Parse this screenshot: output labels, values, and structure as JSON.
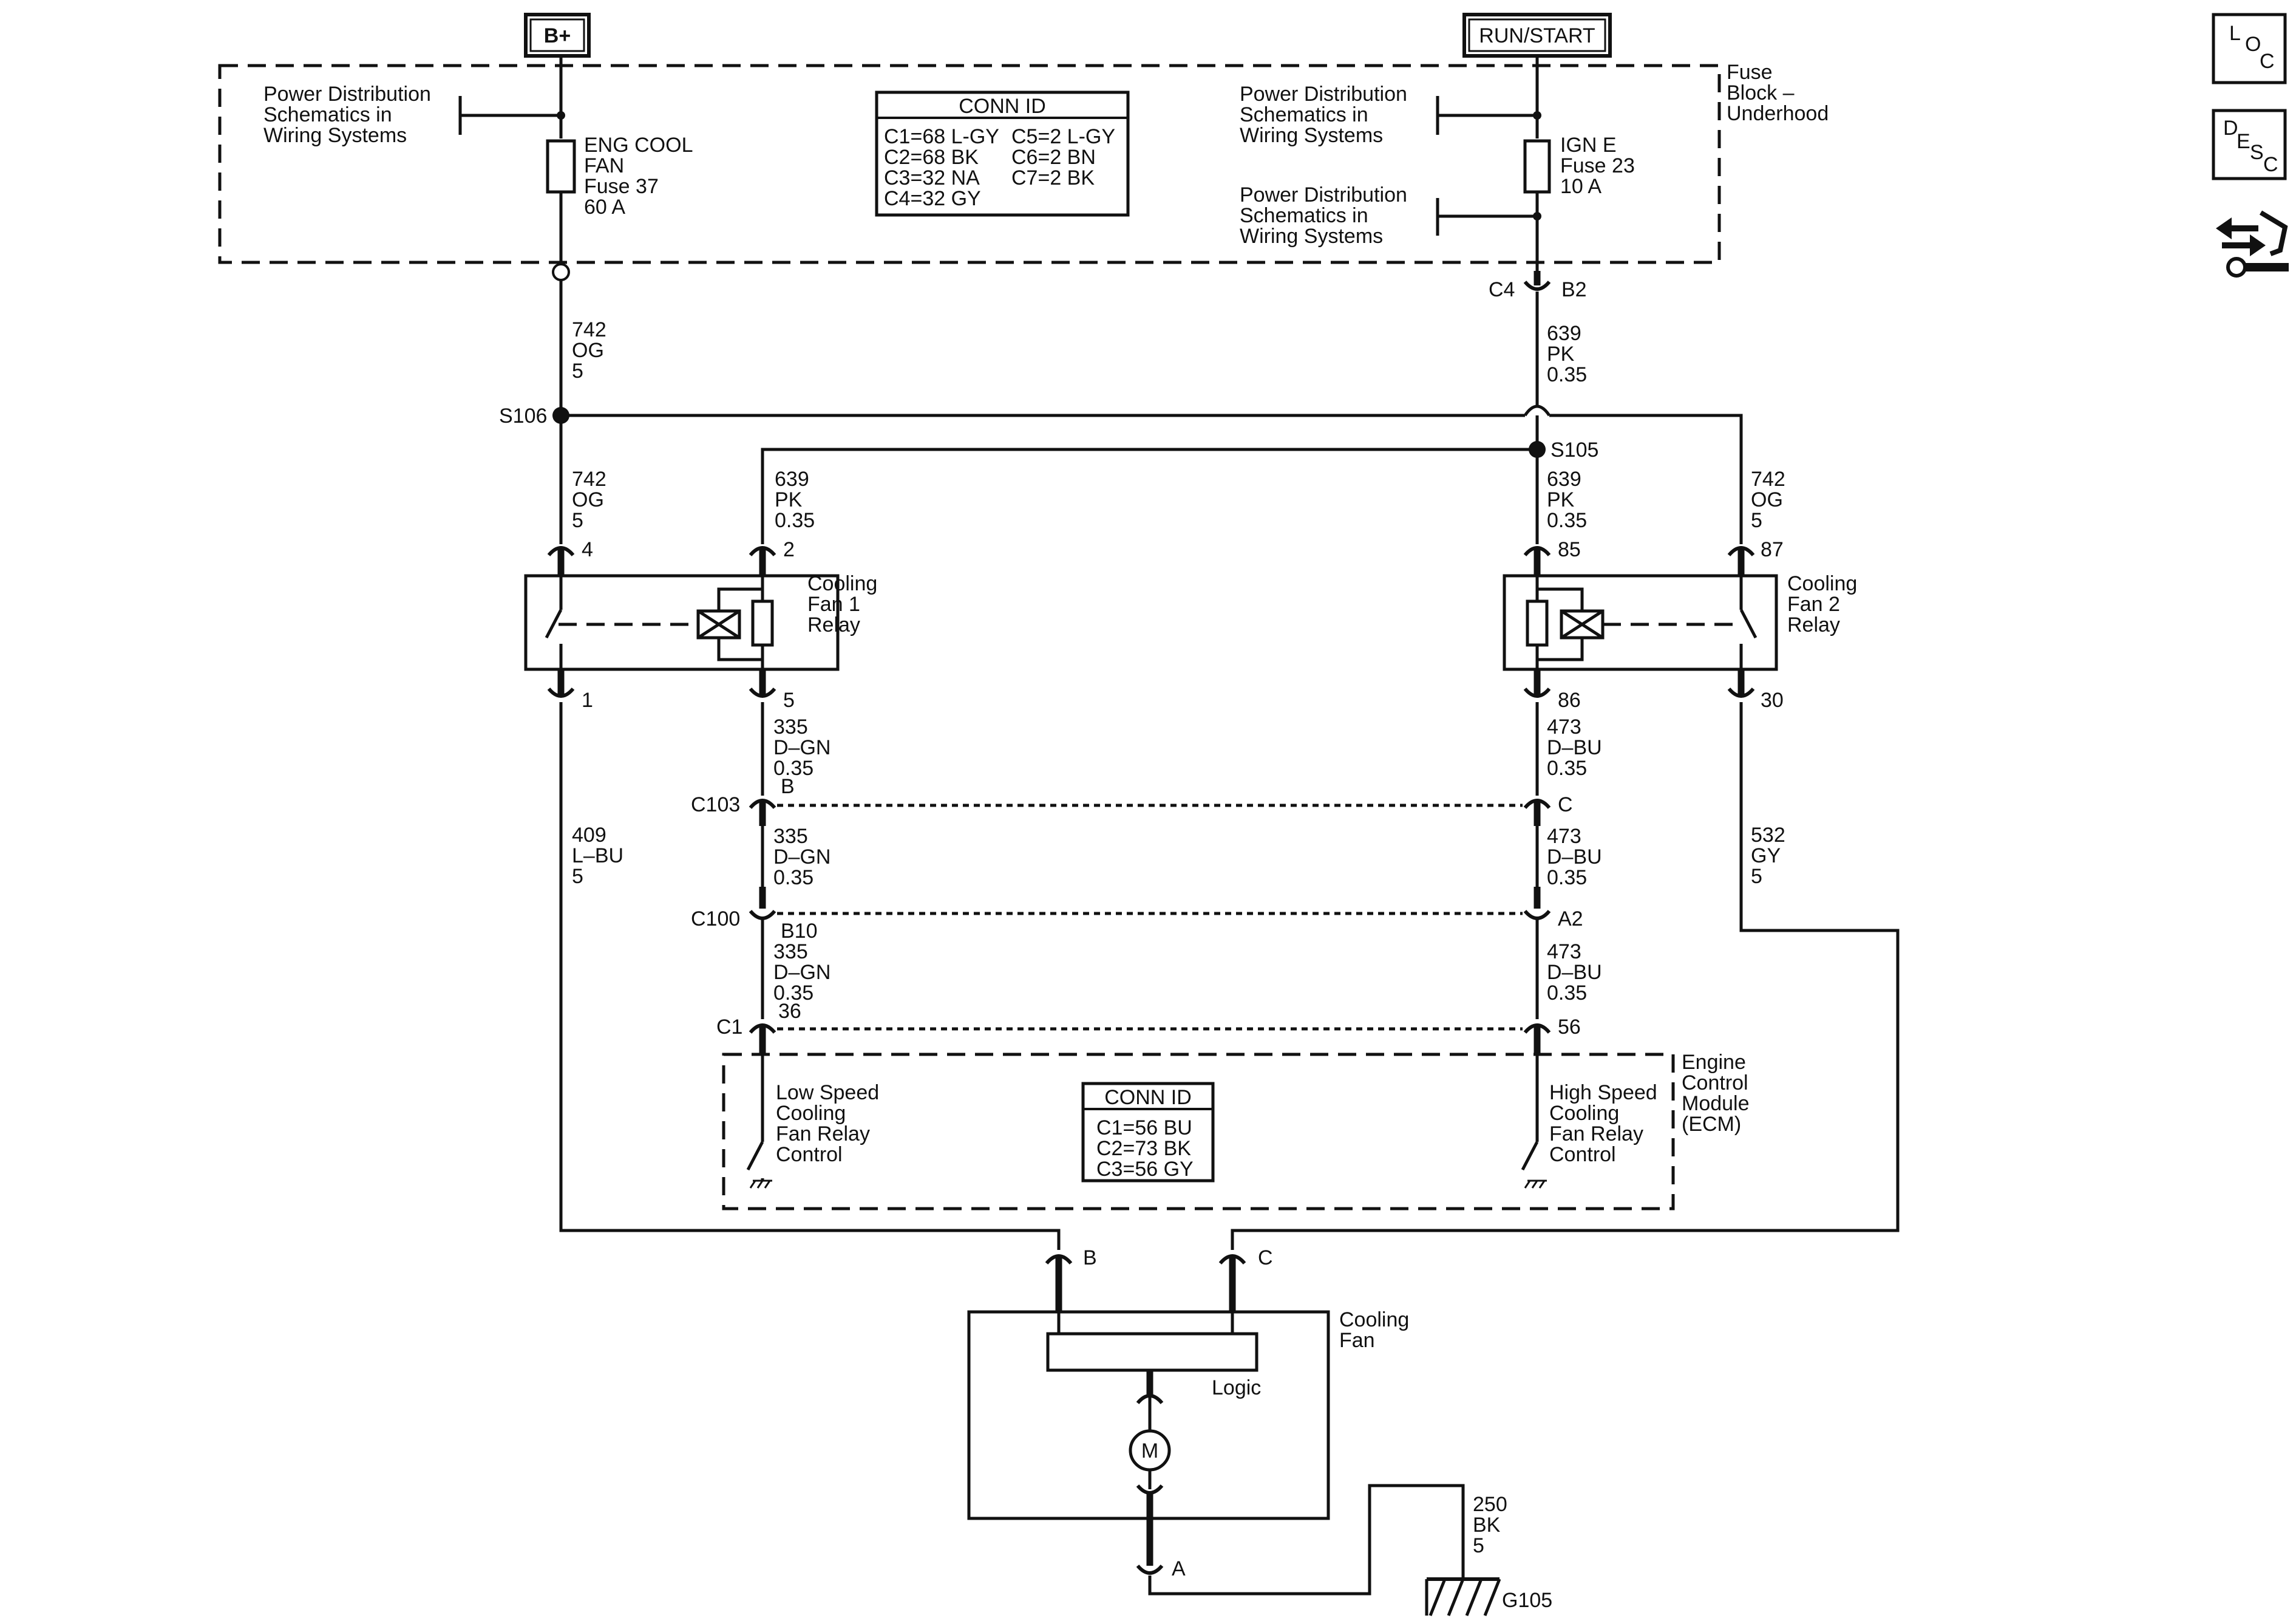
{
  "power": {
    "bplus": "B+",
    "runstart": "RUN/START"
  },
  "fuse_block": {
    "label": [
      "Fuse",
      "Block –",
      "Underhood"
    ],
    "pd_left": [
      "Power Distribution",
      "Schematics in",
      "Wiring  Systems"
    ],
    "pd_right_top": [
      "Power Distribution",
      "Schematics in",
      "Wiring  Systems"
    ],
    "pd_right_bottom": [
      "Power Distribution",
      "Schematics in",
      "Wiring  Systems"
    ],
    "fuse_left": [
      "ENG COOL",
      "FAN",
      "Fuse 37",
      "60 A"
    ],
    "fuse_right": [
      "IGN E",
      "Fuse 23",
      "10 A"
    ],
    "conn_id": {
      "title": "CONN ID",
      "col1": [
        "C1=68 L-GY",
        "C2=68 BK",
        "C3=32 NA",
        "C4=32 GY"
      ],
      "col2": [
        "C5=2 L-GY",
        "C6=2 BN",
        "C7=2 BK"
      ]
    },
    "c4_connector": "C4",
    "c4_pin": "B2"
  },
  "wires": {
    "w742_top": [
      "742",
      "OG",
      "5"
    ],
    "w639_top": [
      "639",
      "PK",
      "0.35"
    ],
    "w742_left": [
      "742",
      "OG",
      "5"
    ],
    "w639_left": [
      "639",
      "PK",
      "0.35"
    ],
    "w639_right": [
      "639",
      "PK",
      "0.35"
    ],
    "w742_right": [
      "742",
      "OG",
      "5"
    ],
    "w409": [
      "409",
      "L–BU",
      "5"
    ],
    "w335_a": [
      "335",
      "D–GN",
      "0.35"
    ],
    "w335_b": [
      "335",
      "D–GN",
      "0.35"
    ],
    "w335_c": [
      "335",
      "D–GN",
      "0.35"
    ],
    "w473_a": [
      "473",
      "D–BU",
      "0.35"
    ],
    "w473_b": [
      "473",
      "D–BU",
      "0.35"
    ],
    "w473_c": [
      "473",
      "D–BU",
      "0.35"
    ],
    "w532": [
      "532",
      "GY",
      "5"
    ],
    "w250": [
      "250",
      "BK",
      "5"
    ]
  },
  "splices": {
    "s106": "S106",
    "s105": "S105"
  },
  "relay1": {
    "label": [
      "Cooling",
      "Fan 1",
      "Relay"
    ],
    "pins": {
      "p4": "4",
      "p2": "2",
      "p1": "1",
      "p5": "5"
    }
  },
  "relay2": {
    "label": [
      "Cooling",
      "Fan 2",
      "Relay"
    ],
    "pins": {
      "p85": "85",
      "p87": "87",
      "p86": "86",
      "p30": "30"
    }
  },
  "connectors": {
    "c103": "C103",
    "c103_b": "B",
    "c103_c": "C",
    "c100": "C100",
    "c100_b10": "B10",
    "c100_a2": "A2",
    "c1": "C1",
    "c1_36": "36",
    "c1_56": "56"
  },
  "ecm": {
    "label": [
      "Engine",
      "Control",
      "Module",
      "(ECM)"
    ],
    "low": [
      "Low Speed",
      "Cooling",
      "Fan Relay",
      "Control"
    ],
    "high": [
      "High Speed",
      "Cooling",
      "Fan Relay",
      "Control"
    ],
    "conn_id": {
      "title": "CONN ID",
      "rows": [
        "C1=56 BU",
        "C2=73 BK",
        "C3=56 GY"
      ]
    }
  },
  "fan": {
    "label": [
      "Cooling",
      "Fan"
    ],
    "logic": "Logic",
    "motor": "M",
    "pin_b": "B",
    "pin_c": "C",
    "pin_a": "A"
  },
  "ground": "G105",
  "side_icons": {
    "loc": [
      "L",
      "O",
      "C"
    ],
    "desc": [
      "D",
      "E",
      "S",
      "C"
    ],
    "nav": "wrench-arrows-icon"
  }
}
